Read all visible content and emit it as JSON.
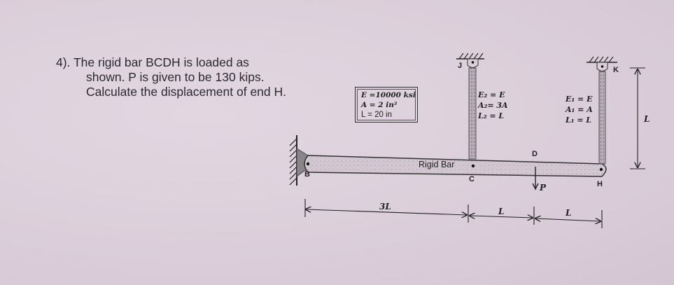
{
  "problem": {
    "number": "4).",
    "lines": [
      "The rigid bar BCDH is loaded as",
      "shown. P is given to be 130 kips.",
      "Calculate the displacement of end H."
    ]
  },
  "properties_box": {
    "rows": [
      "E =10000 ksi",
      "A = 2 in²",
      "L = 20 in"
    ]
  },
  "rod_2": {
    "support_label": "J",
    "rows": [
      "E₂ = E",
      "A₂= 3A",
      "L₂ = L"
    ]
  },
  "rod_1": {
    "support_label": "K",
    "rows": [
      "E₁ = E",
      "A₁ = A",
      "L₁ = L"
    ]
  },
  "bar": {
    "label": "Rigid Bar",
    "points": {
      "B": "B",
      "C": "C",
      "D": "D",
      "H": "H"
    }
  },
  "load": {
    "label": "P",
    "value_kips": 130
  },
  "dimensions": {
    "horizontal": [
      "3L",
      "L",
      "L"
    ],
    "vertical": "L"
  },
  "colors": {
    "background": "#ddd1dc",
    "ink": "#222222",
    "bar_fill": "#cfc4cd",
    "wall_fill": "#8a8588"
  }
}
